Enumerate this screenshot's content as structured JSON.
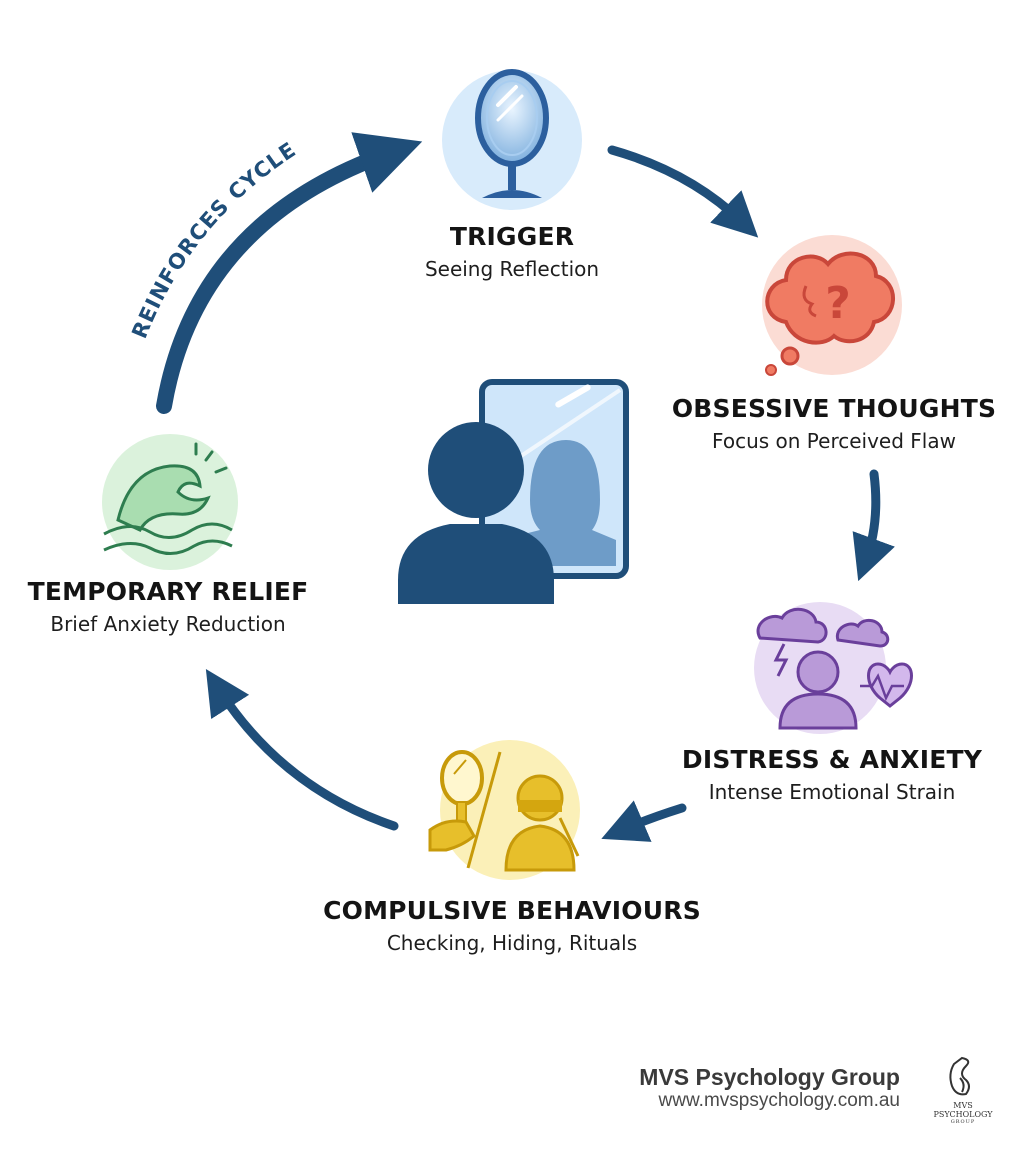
{
  "cycle": {
    "steps": [
      {
        "title": "TRIGGER",
        "description": "Seeing Reflection",
        "icon": "hand-mirror-stand-icon",
        "circle_color": "#d8ebfb"
      },
      {
        "title": "OBSESSIVE THOUGHTS",
        "description": "Focus on Perceived Flaw",
        "icon": "thought-cloud-question-icon",
        "circle_color": "#fbdcd4"
      },
      {
        "title": "DISTRESS & ANXIETY",
        "description": "Intense Emotional Strain",
        "icon": "distressed-person-storm-icon",
        "circle_color": "#e8dcf4"
      },
      {
        "title": "COMPULSIVE BEHAVIOURS",
        "description": "Checking, Hiding, Rituals",
        "icon": "mirror-checking-hiding-icon",
        "circle_color": "#fbf0b8"
      },
      {
        "title": "TEMPORARY RELIEF",
        "description": "Brief Anxiety Reduction",
        "icon": "wave-relief-icon",
        "circle_color": "#dbf2dc"
      }
    ],
    "reinforce_label": "REINFORCES CYCLE",
    "center_icon": "person-facing-mirror-icon",
    "arrow_color": "#1f4e79"
  },
  "footer": {
    "organization": "MVS Psychology Group",
    "website": "www.mvspsychology.com.au",
    "logo_text_line1": "MVS",
    "logo_text_line2": "PSYCHOLOGY",
    "logo_text_line3": "GROUP"
  }
}
